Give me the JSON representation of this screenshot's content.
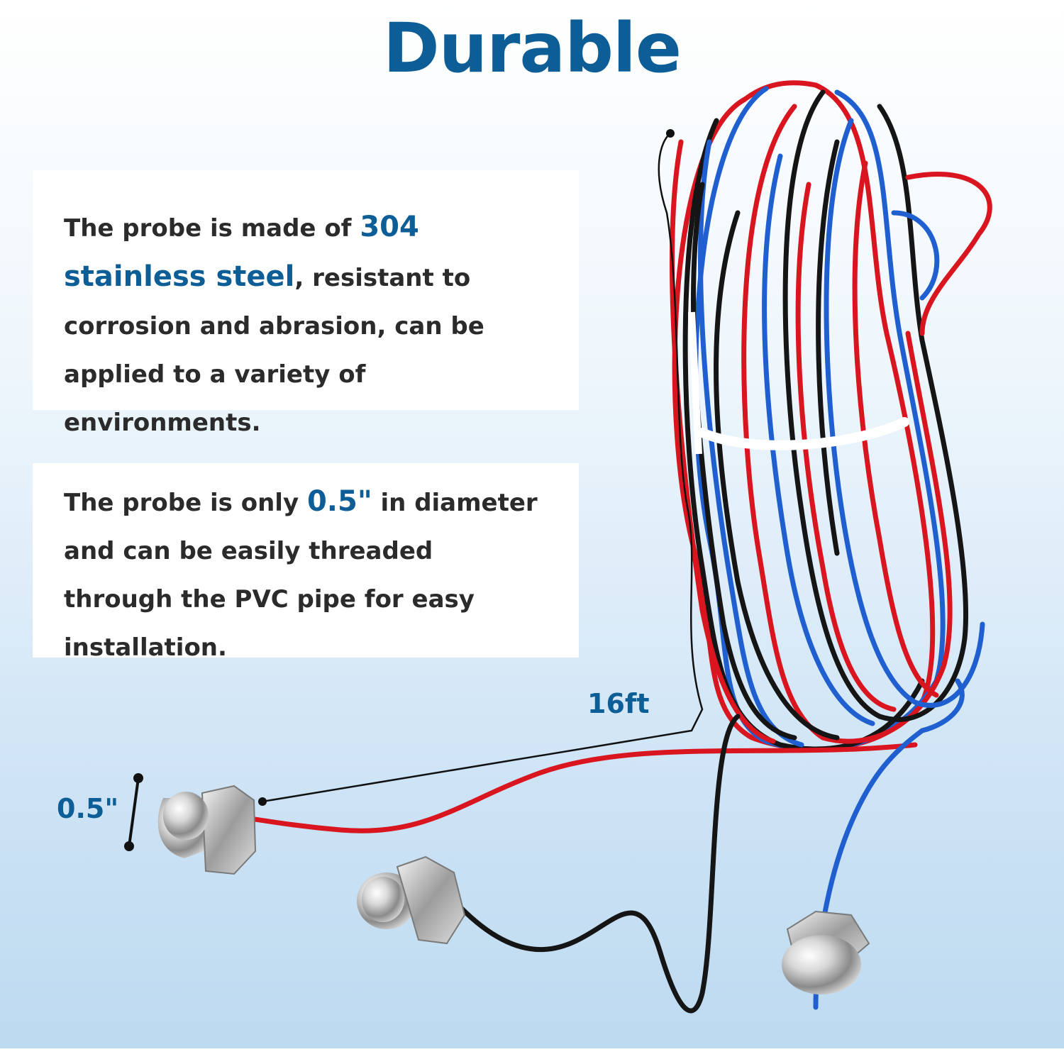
{
  "title": "Durable",
  "card1": {
    "pre": "The probe is made of ",
    "highlight": "304 stainless steel",
    "post": ", resistant to corrosion and abrasion, can be applied to a variety of environments."
  },
  "card2": {
    "pre": "The probe is only ",
    "highlight": "0.5\"",
    "post": " in diameter and can be easily threaded through the PVC pipe for easy installation."
  },
  "labels": {
    "length": "16ft",
    "diameter": "0.5\""
  },
  "colors": {
    "accent": "#0d5d96",
    "wire_red": "#d9161f",
    "wire_blue": "#1f5fd0",
    "wire_black": "#151515"
  }
}
